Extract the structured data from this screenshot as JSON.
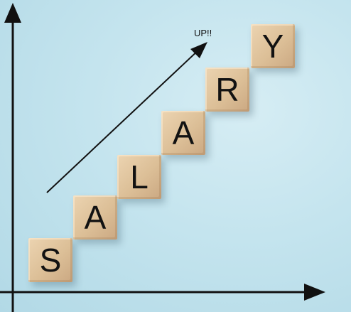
{
  "caption": "UP!!",
  "blocks": [
    {
      "letter": "S"
    },
    {
      "letter": "A"
    },
    {
      "letter": "L"
    },
    {
      "letter": "A"
    },
    {
      "letter": "R"
    },
    {
      "letter": "Y"
    }
  ],
  "colors": {
    "background": "#c4e4ee",
    "block": "#dcbf97",
    "ink": "#111111"
  }
}
